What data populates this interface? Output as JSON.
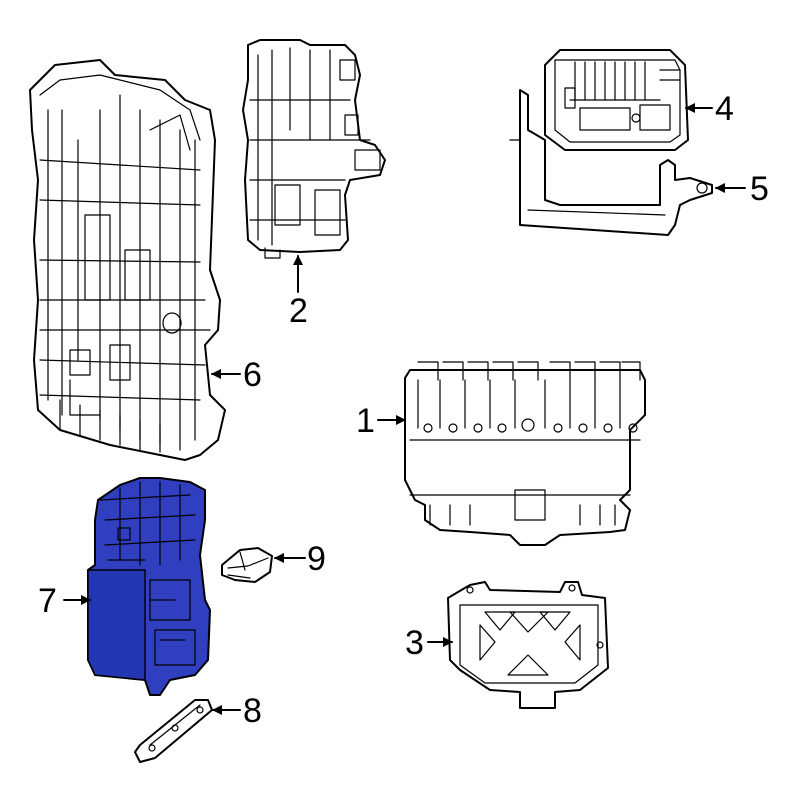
{
  "diagram": {
    "highlight_color": "#2f3fc0",
    "callouts": [
      {
        "id": "1",
        "label": "1"
      },
      {
        "id": "2",
        "label": "2"
      },
      {
        "id": "3",
        "label": "3"
      },
      {
        "id": "4",
        "label": "4"
      },
      {
        "id": "5",
        "label": "5"
      },
      {
        "id": "6",
        "label": "6"
      },
      {
        "id": "7",
        "label": "7"
      },
      {
        "id": "8",
        "label": "8"
      },
      {
        "id": "9",
        "label": "9"
      }
    ]
  }
}
